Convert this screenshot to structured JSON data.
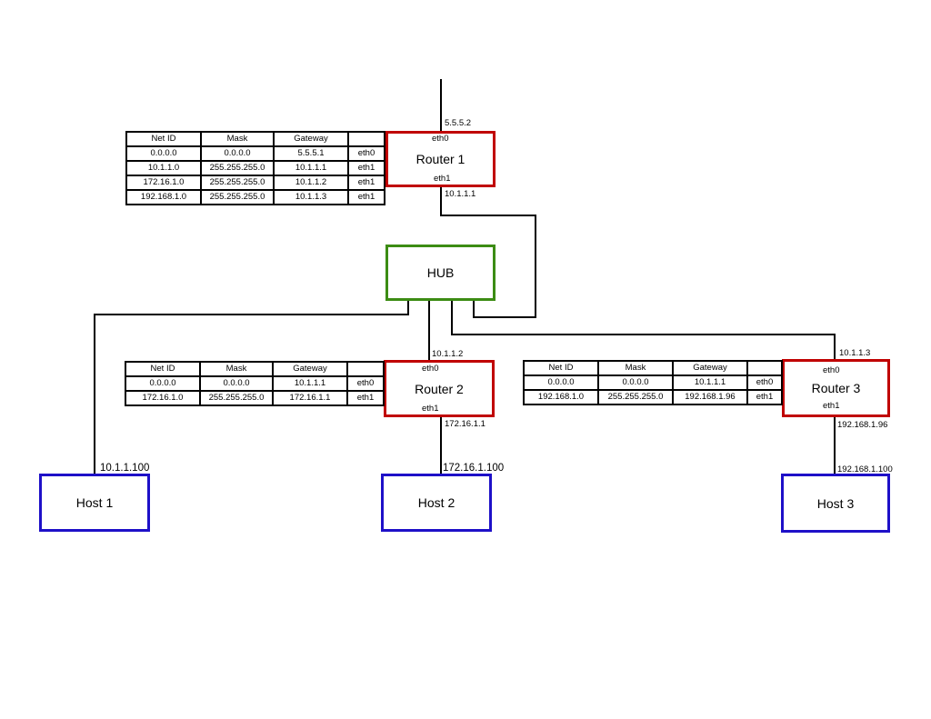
{
  "routers": {
    "r1": {
      "name": "Router 1",
      "port_top": "eth0",
      "port_bottom": "eth1",
      "ip_top": "5.5.5.2",
      "ip_bottom": "10.1.1.1"
    },
    "r2": {
      "name": "Router 2",
      "port_top": "eth0",
      "port_bottom": "eth1",
      "ip_top": "10.1.1.2",
      "ip_bottom": "172.16.1.1"
    },
    "r3": {
      "name": "Router 3",
      "port_top": "eth0",
      "port_bottom": "eth1",
      "ip_top": "10.1.1.3",
      "ip_bottom": "192.168.1.96"
    }
  },
  "hub": {
    "name": "HUB"
  },
  "hosts": {
    "h1": {
      "name": "Host 1",
      "ip": "10.1.1.100"
    },
    "h2": {
      "name": "Host 2",
      "ip": "172.16.1.100"
    },
    "h3": {
      "name": "Host 3",
      "ip": "192.168.1.100"
    }
  },
  "tables": {
    "t1": {
      "headers": [
        "Net ID",
        "Mask",
        "Gateway",
        ""
      ],
      "rows": [
        [
          "0.0.0.0",
          "0.0.0.0",
          "5.5.5.1",
          "eth0"
        ],
        [
          "10.1.1.0",
          "255.255.255.0",
          "10.1.1.1",
          "eth1"
        ],
        [
          "172.16.1.0",
          "255.255.255.0",
          "10.1.1.2",
          "eth1"
        ],
        [
          "192.168.1.0",
          "255.255.255.0",
          "10.1.1.3",
          "eth1"
        ]
      ]
    },
    "t2": {
      "headers": [
        "Net ID",
        "Mask",
        "Gateway",
        ""
      ],
      "rows": [
        [
          "0.0.0.0",
          "0.0.0.0",
          "10.1.1.1",
          "eth0"
        ],
        [
          "172.16.1.0",
          "255.255.255.0",
          "172.16.1.1",
          "eth1"
        ]
      ]
    },
    "t3": {
      "headers": [
        "Net ID",
        "Mask",
        "Gateway",
        ""
      ],
      "rows": [
        [
          "0.0.0.0",
          "0.0.0.0",
          "10.1.1.1",
          "eth0"
        ],
        [
          "192.168.1.0",
          "255.255.255.0",
          "192.168.1.96",
          "eth1"
        ]
      ]
    }
  },
  "colors": {
    "router_border": "#c00000",
    "hub_border": "#3c8c14",
    "host_border": "#1e10c8",
    "wire": "#000000"
  }
}
